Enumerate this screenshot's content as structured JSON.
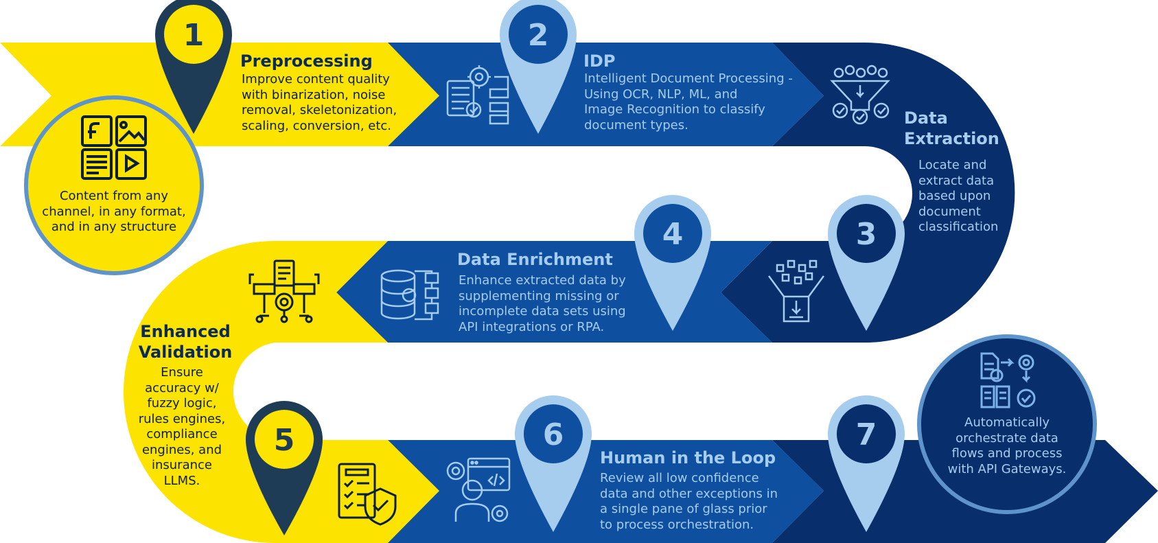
{
  "colors": {
    "yellow": "#FDE300",
    "blue_mid": "#0E4FA0",
    "navy": "#082E6B",
    "light_blue": "#A6CCEE",
    "pin_dark": "#1E3C56",
    "ring_blue": "#5E94CB"
  },
  "steps": [
    {
      "num": "1",
      "title": "Preprocessing",
      "text": "Improve content quality\nwith binarization, noise\nremoval, skeletonization,\nscaling, conversion, etc.",
      "icon": "workflow-gear-icon"
    },
    {
      "num": "2",
      "title": "IDP",
      "text": "Intelligent Document Processing -\nUsing OCR, NLP, ML, and\nImage Recognition to classify\ndocument types.",
      "icon": "funnel-checks-icon"
    },
    {
      "num": "3",
      "title": "Data\nExtraction",
      "text": "Locate and\nextract data\nbased upon\ndocument\nclassification",
      "icon": "data-extraction-icon"
    },
    {
      "num": "4",
      "title": "Data Enrichment",
      "text": "Enhance extracted data by\nsupplementing missing or\nincomplete data sets using\nAPI integrations or RPA.",
      "icon": "database-gear-icon"
    },
    {
      "num": "5",
      "title": "Enhanced\nValidation",
      "text": "Ensure\naccuracy w/\nfuzzy logic,\nrules engines,\ncompliance\nengines, and\ninsurance\nLLMS.",
      "icon": "document-shield-icon"
    },
    {
      "num": "6",
      "title": "Human in the Loop",
      "text": "Review all low confidence\ndata and other exceptions in\na single pane of glass prior\nto process orchestration.",
      "icon": "human-code-icon"
    },
    {
      "num": "7",
      "title": "",
      "text": "",
      "icon": "orchestration-icon"
    }
  ],
  "start_circle": {
    "text": "Content from any\nchannel, in any format,\nand in any structure",
    "icon": "content-formats-icon"
  },
  "end_circle": {
    "text": "Automatically\norchestrate data\nflows and process\nwith API Gateways.",
    "icon": "orchestration-icon"
  }
}
